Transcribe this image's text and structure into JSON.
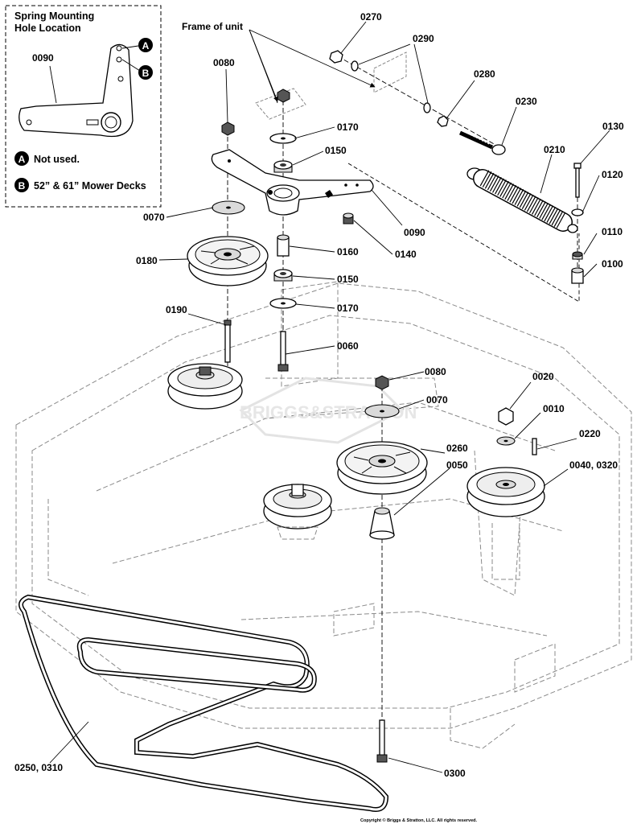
{
  "inset": {
    "title_line1": "Spring Mounting",
    "title_line2": "Hole Location",
    "part_label": "0090",
    "marker_a": "A",
    "marker_b": "B",
    "legend_a": "Not used.",
    "legend_b": "52” & 61” Mower Decks"
  },
  "callouts": {
    "frame_of_unit": "Frame of unit",
    "p0270": "0270",
    "p0290": "0290",
    "p0280": "0280",
    "p0230": "0230",
    "p0080_top": "0080",
    "p0170_top": "0170",
    "p0150_top": "0150",
    "p0210": "0210",
    "p0130": "0130",
    "p0120": "0120",
    "p0070_left": "0070",
    "p0090": "0090",
    "p0140": "0140",
    "p0110": "0110",
    "p0180": "0180",
    "p0160": "0160",
    "p0100": "0100",
    "p0150_bottom": "0150",
    "p0170_bottom": "0170",
    "p0190": "0190",
    "p0060": "0060",
    "p0080_right": "0080",
    "p0020": "0020",
    "p0070_right": "0070",
    "p0010": "0010",
    "p0260": "0260",
    "p0220": "0220",
    "p0040_0320": "0040, 0320",
    "p0050": "0050",
    "p0250_0310": "0250, 0310",
    "p0300": "0300"
  },
  "watermark": "BRIGGS&STRATTON",
  "copyright": "Copyright © Briggs & Stratton, LLC. All rights reserved."
}
